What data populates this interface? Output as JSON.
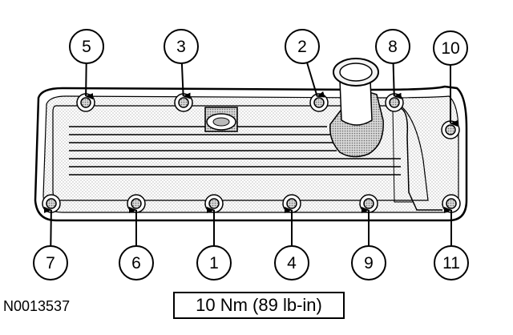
{
  "figure_id": "N0013537",
  "torque_spec": "10 Nm (89 lb-in)",
  "bolt_callouts": [
    "1",
    "2",
    "3",
    "4",
    "5",
    "6",
    "7",
    "8",
    "9",
    "10",
    "11"
  ]
}
